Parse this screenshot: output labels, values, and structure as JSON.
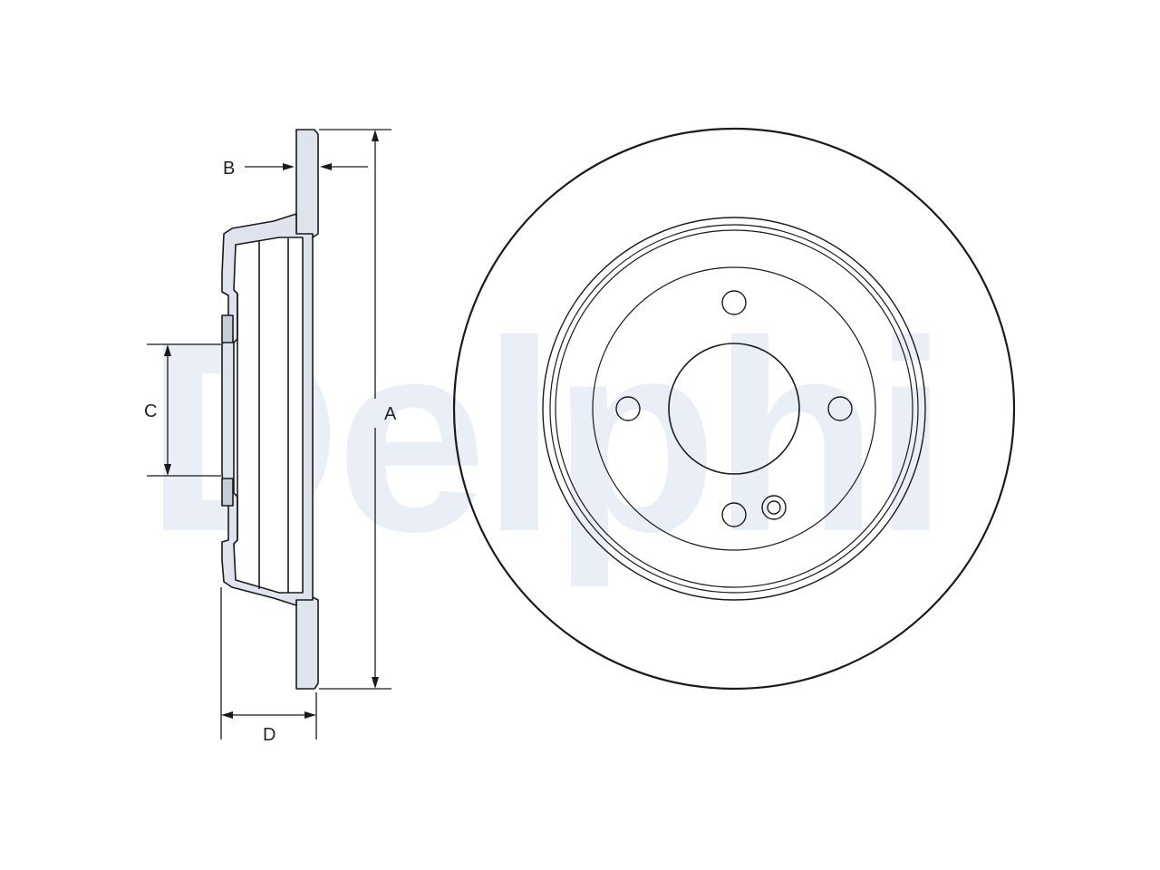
{
  "watermark": {
    "text": "Delphi",
    "color": "#e9eef7"
  },
  "dimensions": {
    "a": "A",
    "b": "B",
    "c": "C",
    "d": "D"
  },
  "colors": {
    "section_fill": "#dfe3ee",
    "line": "#1a1a1a",
    "background": "#ffffff"
  },
  "front_view": {
    "wheel_bolt_holes": 4,
    "has_locating_pin": true
  }
}
